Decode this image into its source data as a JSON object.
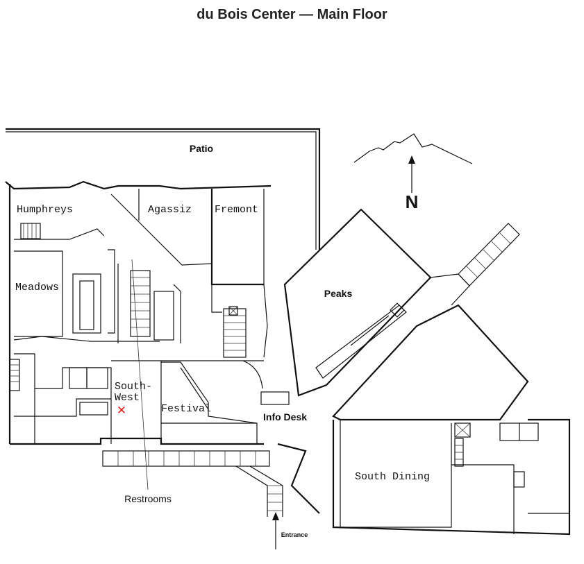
{
  "title": "du Bois Center — Main Floor",
  "rooms": {
    "patio": "Patio",
    "humphreys": "Humphreys",
    "agassiz": "Agassiz",
    "fremont": "Fremont",
    "meadows": "Meadows",
    "peaks": "Peaks",
    "south_west_line1": "South-",
    "south_west_line2": "West",
    "festival": "Festival",
    "info_desk": "Info Desk",
    "south_dining": "South Dining"
  },
  "labels": {
    "restrooms": "Restrooms",
    "entrance": "Entrance",
    "north": "N"
  },
  "marker": {
    "symbol": "✕",
    "color": "#e02020",
    "icon": "restroom-location-marker"
  },
  "colors": {
    "walls": "#111111",
    "background": "#ffffff"
  }
}
